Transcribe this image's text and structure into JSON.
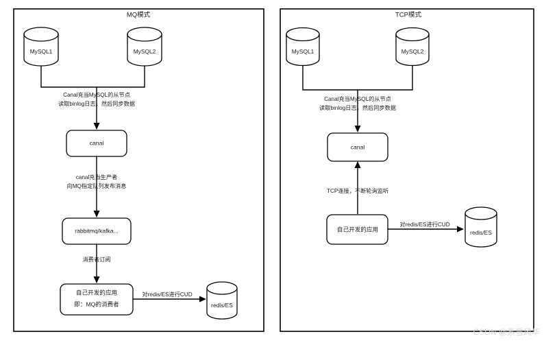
{
  "diagram": {
    "title_mq": "MQ模式",
    "title_tcp": "TCP模式",
    "watermark": "CSDN @素雪风华"
  },
  "mq_panel": {
    "title": "MQ模式",
    "nodes": {
      "mysql1": "MySQL1",
      "mysql2": "MySQL2",
      "canal": "canal",
      "mq": "rabbitmq/kafka...",
      "app_line1": "自己开发的应用",
      "app_line2": "即：MQ的消费者",
      "redis": "redis/ES"
    },
    "edges": {
      "mysql_to_canal_line1": "Canal充当MySQL的从节点",
      "mysql_to_canal_line2": "读取binlog日志，然后同步数据",
      "canal_to_mq_line1": "canal充当生产者",
      "canal_to_mq_line2": "向MQ指定队列发布消息",
      "mq_to_app": "消费者订阅",
      "app_to_redis": "对redis/ES进行CUD"
    }
  },
  "tcp_panel": {
    "title": "TCP模式",
    "nodes": {
      "mysql1": "MySQL1",
      "mysql2": "MySQL2",
      "canal": "canal",
      "app": "自己开发的应用",
      "redis": "redis/ES"
    },
    "edges": {
      "mysql_to_canal_line1": "Canal充当MySQL的从节点",
      "mysql_to_canal_line2": "读取binlog日志，然后同步数据",
      "app_to_canal": "TCP连接，不断轮询监听",
      "app_to_redis": "对redis/ES进行CUD"
    }
  },
  "colors": {
    "stroke": "#000000",
    "fill": "#ffffff",
    "text": "#1a1a1a",
    "watermark": "#d8d8d8"
  }
}
